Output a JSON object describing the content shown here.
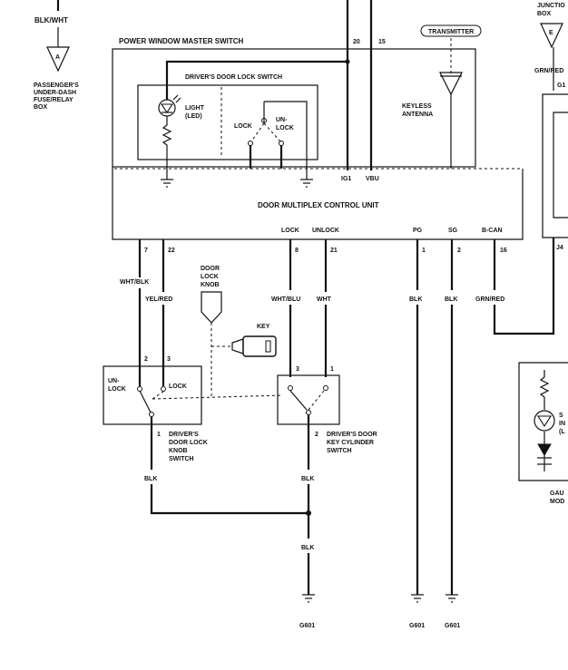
{
  "labels": {
    "blk_wht_top": "BLK/WHT",
    "passenger_fuse_box": [
      "PASSENGER'S",
      "UNDER-DASH",
      "FUSE/RELAY",
      "BOX"
    ],
    "connector_a": "A",
    "junction_box": [
      "JUNCTIO",
      "BOX"
    ],
    "connector_e": "E",
    "grn_red_right": "GRN/RED",
    "g1_right": "G1",
    "j4_right": "J4",
    "master_switch_title": "POWER WINDOW MASTER SWITCH",
    "pin_20": "20",
    "pin_15": "15",
    "transmitter": "TRANSMITTER",
    "door_lock_switch_title": "DRIVER'S DOOR LOCK SWITCH",
    "light_led": [
      "LIGHT",
      "(LED)"
    ],
    "lock_sw": "LOCK",
    "unlock_sw": [
      "UN-",
      "LOCK"
    ],
    "keyless_antenna": [
      "KEYLESS",
      "ANTENNA"
    ],
    "ig1": "IG1",
    "vbu": "VBU",
    "control_unit": "DOOR MULTIPLEX CONTROL UNIT",
    "lock_term": "LOCK",
    "unlock_term": "UNLOCK",
    "pg_term": "PG",
    "sg_term": "SG",
    "bcan_term": "B-CAN",
    "pin_7": "7",
    "pin_22": "22",
    "pin_8": "8",
    "pin_21": "21",
    "pin_1": "1",
    "pin_2": "2",
    "pin_16": "16",
    "wht_blk": "WHT/BLK",
    "yel_red": "YEL/RED",
    "door_lock_knob": [
      "DOOR",
      "LOCK",
      "KNOB"
    ],
    "wht_blu": "WHT/BLU",
    "wht": "WHT",
    "blk_pg": "BLK",
    "blk_sg": "BLK",
    "grn_red_bcan": "GRN/RED",
    "key": "KEY",
    "knob_sw_pin_2": "2",
    "knob_sw_pin_3": "3",
    "knob_sw_unlock": [
      "UN-",
      "LOCK"
    ],
    "knob_sw_lock": "LOCK",
    "knob_sw_pin_1": "1",
    "knob_switch_name": [
      "DRIVER'S",
      "DOOR LOCK",
      "KNOB",
      "SWITCH"
    ],
    "cyl_sw_pin_3": "3",
    "cyl_sw_pin_1": "1",
    "cyl_sw_pin_2": "2",
    "cyl_switch_name": [
      "DRIVER'S DOOR",
      "KEY CYLINDER",
      "SWITCH"
    ],
    "blk_knob": "BLK",
    "blk_cyl": "BLK",
    "blk_common": "BLK",
    "gauge_partial": [
      "S",
      "IN",
      "(L"
    ],
    "gauge_module": [
      "GAU",
      "MOD"
    ],
    "g601_a": "G601",
    "g601_b": "G601",
    "g601_c": "G601"
  }
}
